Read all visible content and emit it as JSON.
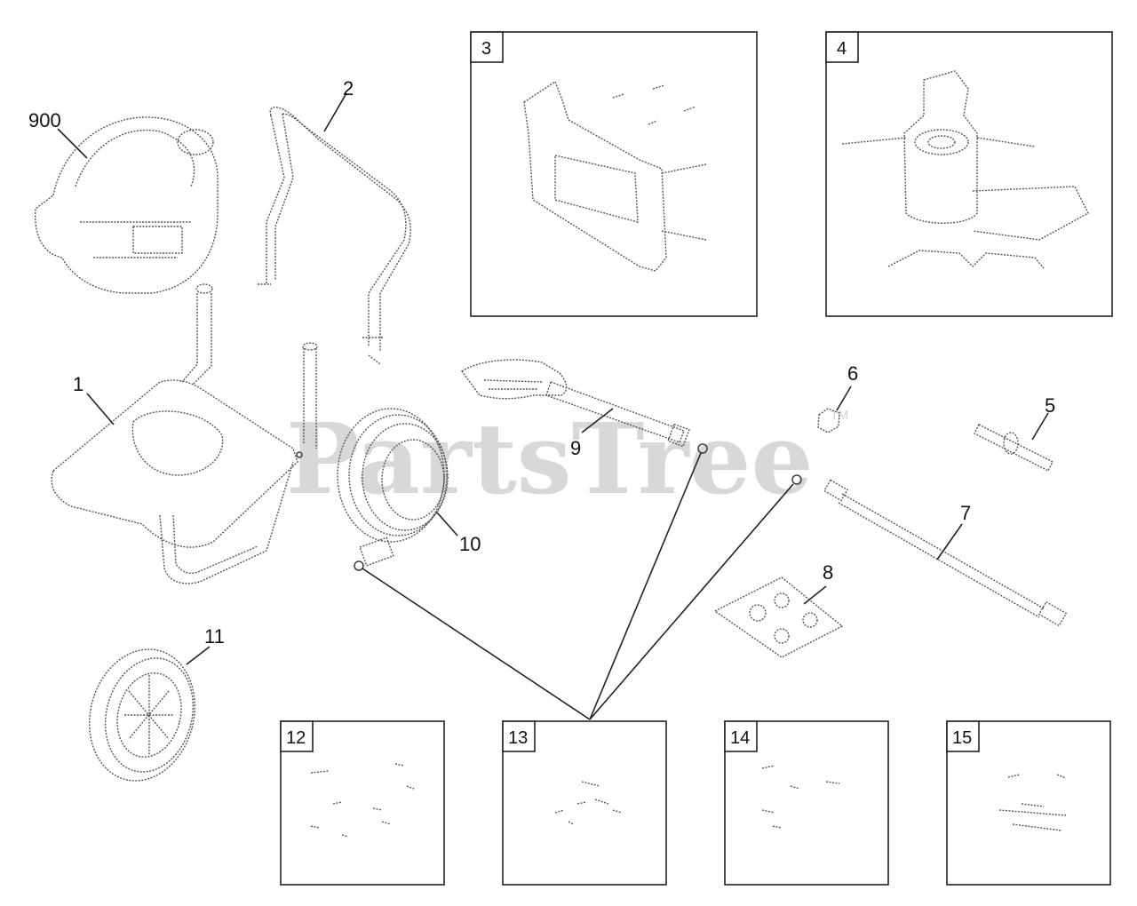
{
  "watermark": {
    "text": "PartsTree",
    "trademark": "TM"
  },
  "callouts": {
    "c900": "900",
    "c1": "1",
    "c2": "2",
    "c3": "3",
    "c4": "4",
    "c5": "5",
    "c6": "6",
    "c7": "7",
    "c8": "8",
    "c9": "9",
    "c10": "10",
    "c11": "11",
    "c12": "12",
    "c13": "13",
    "c14": "14",
    "c15": "15"
  }
}
